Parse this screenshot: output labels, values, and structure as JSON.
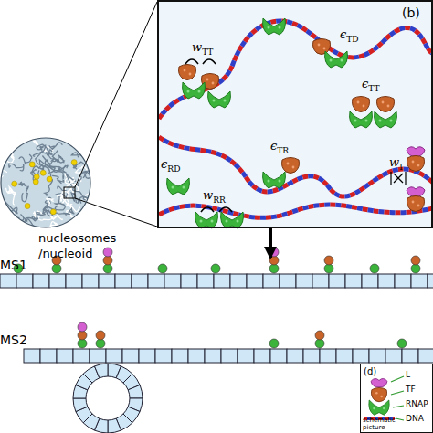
{
  "diagram": {
    "nodes": [
      {
        "text": [
          "nucleosomes /nucleoid"
        ]
      },
      {
        "text": [
          "(b)"
        ]
      },
      {
        "text": [
          "MS1"
        ]
      },
      {
        "text": [
          "MS2"
        ]
      },
      {
        "text": [
          "(d)",
          "schematic picture"
        ]
      }
    ],
    "edges": [
      {
        "from": 1,
        "to": 2,
        "arrow": "to"
      }
    ],
    "labels": [
      "wTT",
      "ϵTD",
      "ϵTT",
      "ϵTR",
      "ϵRD",
      "wRR",
      "wI",
      "L",
      "TF",
      "RNAP",
      "DNA"
    ]
  }
}
